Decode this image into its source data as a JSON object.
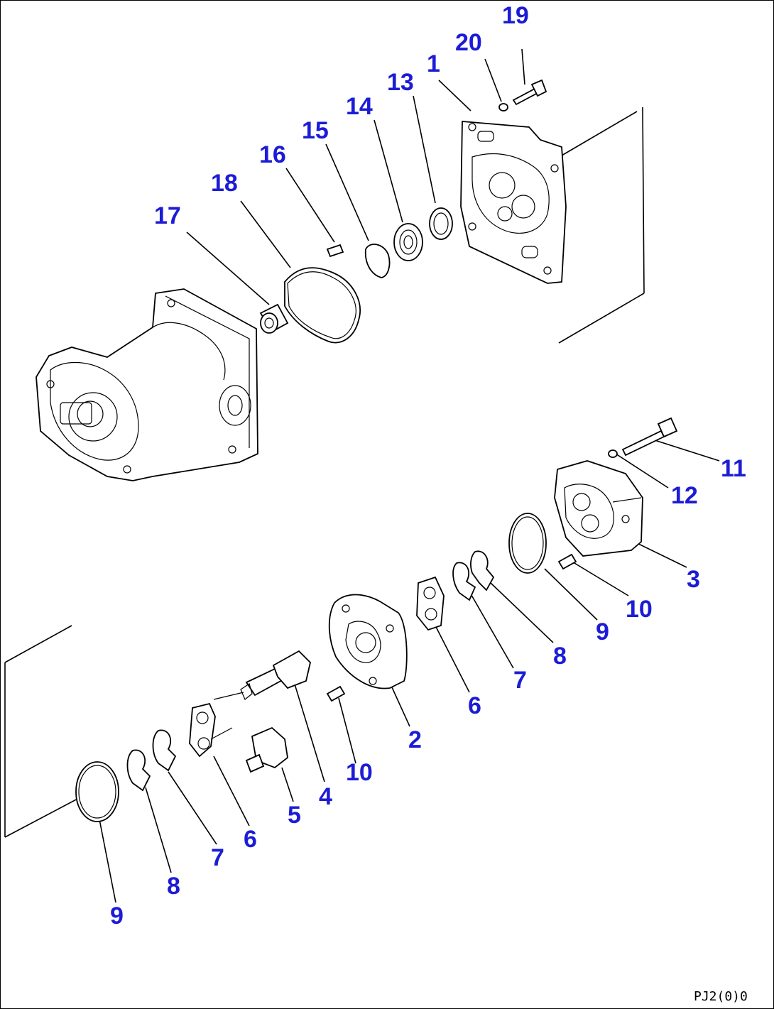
{
  "drawing_code": "PJ2(0)0",
  "callout_color": "#1c1cd6",
  "callouts": [
    {
      "id": "c19",
      "label": "19"
    },
    {
      "id": "c20",
      "label": "20"
    },
    {
      "id": "c1",
      "label": "1"
    },
    {
      "id": "c13",
      "label": "13"
    },
    {
      "id": "c14",
      "label": "14"
    },
    {
      "id": "c15",
      "label": "15"
    },
    {
      "id": "c16",
      "label": "16"
    },
    {
      "id": "c18",
      "label": "18"
    },
    {
      "id": "c17",
      "label": "17"
    },
    {
      "id": "c11",
      "label": "11"
    },
    {
      "id": "c12",
      "label": "12"
    },
    {
      "id": "c3",
      "label": "3"
    },
    {
      "id": "c10a",
      "label": "10"
    },
    {
      "id": "c9a",
      "label": "9"
    },
    {
      "id": "c8a",
      "label": "8"
    },
    {
      "id": "c7a",
      "label": "7"
    },
    {
      "id": "c6a",
      "label": "6"
    },
    {
      "id": "c2",
      "label": "2"
    },
    {
      "id": "c10b",
      "label": "10"
    },
    {
      "id": "c4",
      "label": "4"
    },
    {
      "id": "c5",
      "label": "5"
    },
    {
      "id": "c6b",
      "label": "6"
    },
    {
      "id": "c7b",
      "label": "7"
    },
    {
      "id": "c8b",
      "label": "8"
    },
    {
      "id": "c9b",
      "label": "9"
    }
  ]
}
